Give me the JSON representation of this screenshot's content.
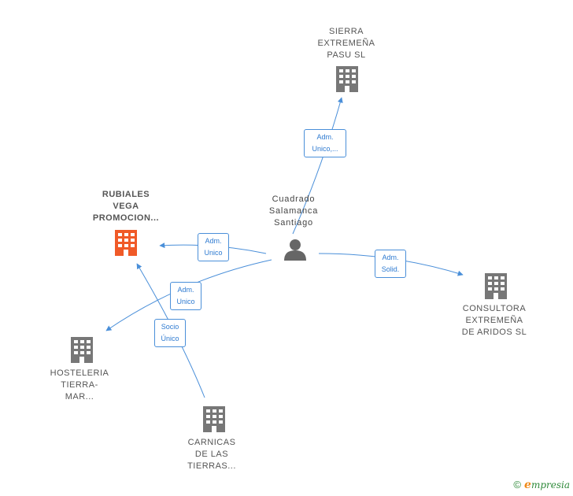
{
  "nodes": {
    "sierra": {
      "lines": [
        "SIERRA",
        "EXTREMEÑA",
        "PASU SL"
      ],
      "icon": "building-icon"
    },
    "rubiales": {
      "lines": [
        "RUBIALES",
        "VEGA",
        "PROMOCION..."
      ],
      "icon": "building-icon",
      "color": "#f05a28"
    },
    "person": {
      "lines": [
        "Cuadrado",
        "Salamanca",
        "Santiago"
      ],
      "icon": "person-icon"
    },
    "consultora": {
      "lines": [
        "CONSULTORA",
        "EXTREMEÑA",
        "DE ARIDOS SL"
      ],
      "icon": "building-icon"
    },
    "hosteleria": {
      "lines": [
        "HOSTELERIA",
        "TIERRA-",
        "MAR..."
      ],
      "icon": "building-icon"
    },
    "carnicas": {
      "lines": [
        "CARNICAS",
        "DE LAS",
        "TIERRAS..."
      ],
      "icon": "building-icon"
    }
  },
  "edges": {
    "to_sierra": [
      "Adm.",
      "Unico,..."
    ],
    "to_rubiales": [
      "Adm.",
      "Unico"
    ],
    "to_hosteleria": [
      "Adm.",
      "Unico"
    ],
    "to_consultora": [
      "Adm.",
      "Solid."
    ],
    "carnicas_to_rubiales": [
      "Socio",
      "Único"
    ]
  },
  "colors": {
    "edge": "#4a8fd9",
    "building": "#777777",
    "focus_building": "#f05a28",
    "person": "#666666"
  },
  "brand": {
    "copyright": "©",
    "initial": "e",
    "name": "mpresia"
  }
}
